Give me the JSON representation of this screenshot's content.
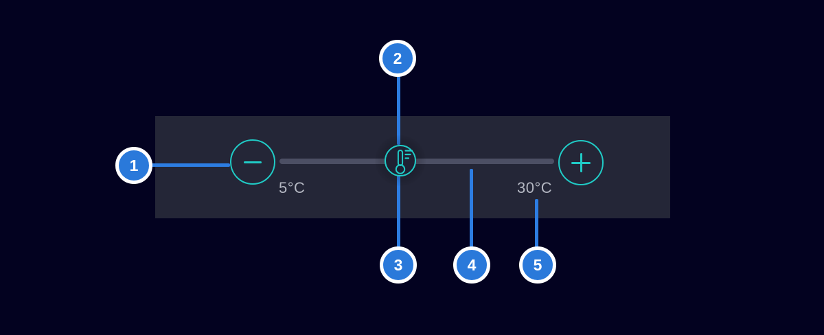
{
  "colors": {
    "background": "#030220",
    "panel": "#242637",
    "accent_teal": "#20cbc6",
    "track": "#4c4f64",
    "handle_fill": "#1f2133",
    "label_text": "#b4b7c2",
    "callout_fill": "#2a79da",
    "callout_line": "#2d7de2",
    "callout_ring": "#ffffff"
  },
  "slider": {
    "min_label": "5°C",
    "max_label": "30°C",
    "decrease_icon": "minus-icon",
    "increase_icon": "plus-icon",
    "handle_icon": "thermometer-icon"
  },
  "callouts": [
    {
      "number": "1",
      "target": "decrease-button"
    },
    {
      "number": "2",
      "target": "slider-handle-top"
    },
    {
      "number": "3",
      "target": "slider-handle-bottom"
    },
    {
      "number": "4",
      "target": "slider-track"
    },
    {
      "number": "5",
      "target": "max-temp-label"
    }
  ]
}
